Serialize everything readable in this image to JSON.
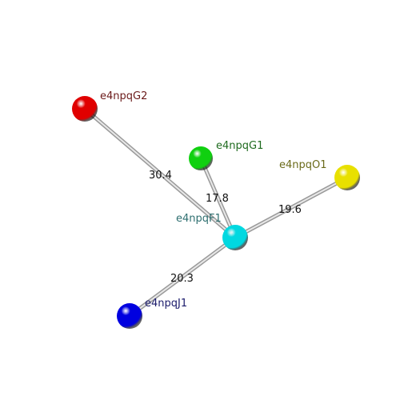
{
  "nodes": [
    {
      "id": "e4npqF1",
      "label": "e4npqF1",
      "color": "#00d8e0",
      "label_color": "#2e6f70"
    },
    {
      "id": "e4npqG2",
      "label": "e4npqG2",
      "color": "#e00000",
      "label_color": "#6b1a1a"
    },
    {
      "id": "e4npqG1",
      "label": "e4npqG1",
      "color": "#10d010",
      "label_color": "#1f6b1f"
    },
    {
      "id": "e4npqO1",
      "label": "e4npqO1",
      "color": "#e8e000",
      "label_color": "#6b6b1a"
    },
    {
      "id": "e4npqJ1",
      "label": "e4npqJ1",
      "color": "#0000e0",
      "label_color": "#1a1a6b"
    }
  ],
  "edges": [
    {
      "from": "e4npqF1",
      "to": "e4npqG2",
      "label": "30.4"
    },
    {
      "from": "e4npqF1",
      "to": "e4npqG1",
      "label": "17.8"
    },
    {
      "from": "e4npqF1",
      "to": "e4npqO1",
      "label": "19.6"
    },
    {
      "from": "e4npqF1",
      "to": "e4npqJ1",
      "label": "20.3"
    }
  ]
}
